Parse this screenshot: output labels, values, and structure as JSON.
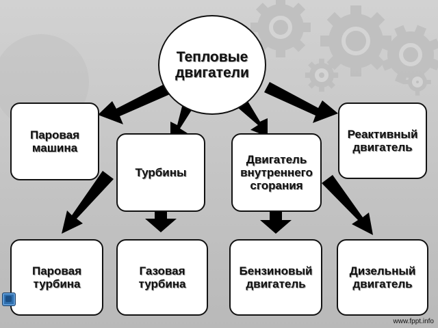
{
  "diagram": {
    "root": "Тепловые\nдвигатели",
    "level1": [
      "Паровая\nмашина",
      "Турбины",
      "Двигатель\nвнутреннего\nсгорания",
      "Реактивный\nдвигатель"
    ],
    "level2": [
      "Паровая\nтурбина",
      "Газовая\nтурбина",
      "Бензиновый\nдвигатель",
      "Дизельный\nдвигатель"
    ],
    "edges": [
      [
        "root",
        "Паровая машина"
      ],
      [
        "root",
        "Турбины"
      ],
      [
        "root",
        "Двигатель внутреннего сгорания"
      ],
      [
        "root",
        "Реактивный двигатель"
      ],
      [
        "Паровая машина",
        "Паровая турбина"
      ],
      [
        "Турбины",
        "Газовая турбина"
      ],
      [
        "Двигатель внутреннего сгорания",
        "Бензиновый двигатель"
      ],
      [
        "Двигатель внутреннего сгорания",
        "Дизельный двигатель"
      ]
    ]
  },
  "footer": {
    "source": "www.fppt.info"
  },
  "icons": {
    "nav": "navigation-button-icon",
    "background": "gears-background"
  },
  "colors": {
    "box_fill": "#ffffff",
    "box_border": "#111111",
    "arrow": "#000000",
    "gears": "#b3b3b3"
  }
}
